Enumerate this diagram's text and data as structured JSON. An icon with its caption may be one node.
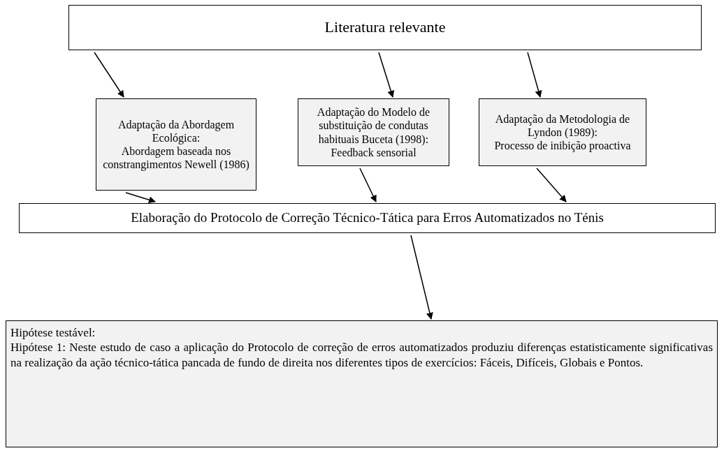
{
  "diagram": {
    "nodes": [
      {
        "text": [
          "Literatura relevante"
        ]
      },
      {
        "text": [
          "Adaptação da Abordagem Ecológica:",
          "Abordagem baseada nos constrangimentos Newell (1986)"
        ]
      },
      {
        "text": [
          "Adaptação do Modelo de substituição de condutas habituais Buceta (1998):",
          "Feedback sensorial"
        ]
      },
      {
        "text": [
          "Adaptação da Metodologia de Lyndon (1989):",
          "Processo de inibição proactiva"
        ]
      },
      {
        "text": [
          "Elaboração do Protocolo de Correção Técnico-Tática para Erros Automatizados no Ténis"
        ]
      },
      {
        "text": [
          "Hipótese testável:",
          "Hipótese 1: Neste estudo de caso a aplicação do Protocolo de correção de erros automatizados produziu diferenças estatisticamente significativas na realização da ação técnico-tática pancada de fundo de direita nos diferentes tipos de exercícios: Fáceis, Difíceis, Globais e Pontos."
        ]
      }
    ],
    "edges": [
      {
        "from": 0,
        "to": 1,
        "arrow": "to"
      },
      {
        "from": 0,
        "to": 2,
        "arrow": "to"
      },
      {
        "from": 0,
        "to": 3,
        "arrow": "to"
      },
      {
        "from": 1,
        "to": 4,
        "arrow": "to"
      },
      {
        "from": 2,
        "to": 4,
        "arrow": "to"
      },
      {
        "from": 3,
        "to": 4,
        "arrow": "to"
      },
      {
        "from": 4,
        "to": 5,
        "arrow": "to"
      }
    ]
  }
}
